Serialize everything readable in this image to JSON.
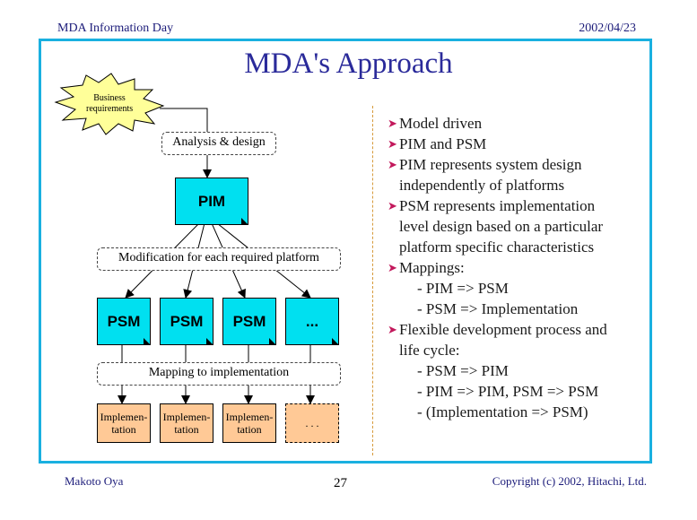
{
  "header": {
    "left": "MDA Information Day",
    "right": "2002/04/23"
  },
  "slide": {
    "title": "MDA's Approach",
    "diagram": {
      "business": "Business requirements",
      "analysis": "Analysis & design",
      "pim": "PIM",
      "modification": "Modification for each required platform",
      "psm_labels": [
        "PSM",
        "PSM",
        "PSM",
        "..."
      ],
      "mapping": "Mapping to implementation",
      "impl_labels": [
        "Implemen-\ntation",
        "Implemen-\ntation",
        "Implemen-\ntation",
        ". . ."
      ]
    },
    "bullets": [
      {
        "lines": [
          "Model driven"
        ]
      },
      {
        "lines": [
          "PIM and PSM"
        ]
      },
      {
        "lines": [
          "PIM represents system design",
          "independently of platforms"
        ]
      },
      {
        "lines": [
          "PSM represents implementation",
          "level design based on a particular",
          "platform specific characteristics"
        ]
      },
      {
        "lines": [
          "Mappings:"
        ],
        "subs": [
          "- PIM => PSM",
          "- PSM => Implementation"
        ]
      },
      {
        "lines": [
          "Flexible development process and",
          "life cycle:"
        ],
        "subs": [
          "- PSM => PIM",
          "- PIM => PIM, PSM => PSM",
          "- (Implementation => PSM)"
        ]
      }
    ]
  },
  "footer": {
    "author": "Makoto Oya",
    "page": "27",
    "copyright": "Copyright (c) 2002, Hitachi, Ltd."
  },
  "colors": {
    "frame": "#1ab0e0",
    "model_fill": "#00e0f0",
    "impl_fill": "#ffc996",
    "burst_fill": "#ffff99",
    "title": "#2a2a9a",
    "bullet_arrow": "#c2185b"
  }
}
